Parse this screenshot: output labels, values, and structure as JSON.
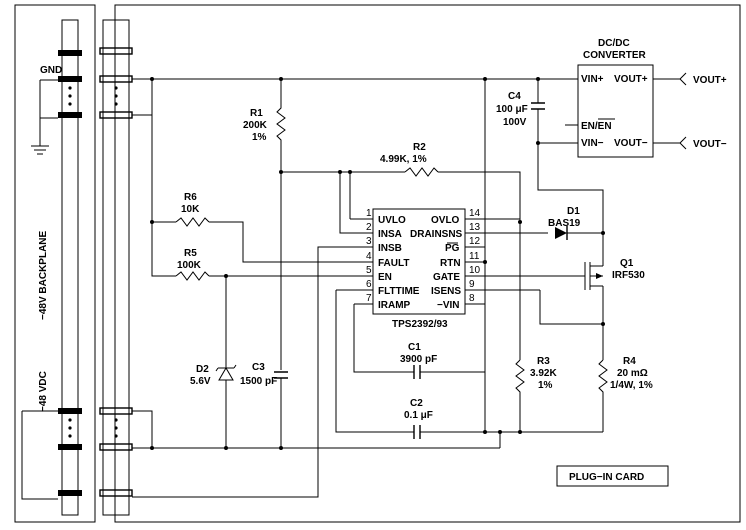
{
  "backplane": {
    "label": "−48V BACKPLANE",
    "gnd": "GND",
    "vdc": "−48 VDC"
  },
  "card": {
    "label": "PLUG−IN CARD"
  },
  "converter": {
    "title_line1": "DC/DC",
    "title_line2": "CONVERTER",
    "vin_plus": "VIN+",
    "vout_plus": "VOUT+",
    "en": "EN/EN",
    "vin_minus": "VIN−",
    "vout_minus": "VOUT−",
    "out_plus": "VOUT+",
    "out_minus": "VOUT−"
  },
  "ic": {
    "name": "TPS2392/93",
    "left_pins": [
      {
        "num": "1",
        "name": "UVLO"
      },
      {
        "num": "2",
        "name": "INSA"
      },
      {
        "num": "3",
        "name": "INSB"
      },
      {
        "num": "4",
        "name": "FAULT"
      },
      {
        "num": "5",
        "name": "EN"
      },
      {
        "num": "6",
        "name": "FLTTIME"
      },
      {
        "num": "7",
        "name": "IRAMP"
      }
    ],
    "right_pins": [
      {
        "num": "14",
        "name": "OVLO"
      },
      {
        "num": "13",
        "name": "DRAINSNS"
      },
      {
        "num": "12",
        "name": "PG"
      },
      {
        "num": "11",
        "name": "RTN"
      },
      {
        "num": "10",
        "name": "GATE"
      },
      {
        "num": "9",
        "name": "ISENS"
      },
      {
        "num": "8",
        "name": "−VIN"
      }
    ]
  },
  "components": {
    "r1": {
      "ref": "R1",
      "value": "200K",
      "tol": "1%"
    },
    "r2": {
      "ref": "R2",
      "value": "4.99K, 1%"
    },
    "r3": {
      "ref": "R3",
      "value": "3.92K",
      "tol": "1%"
    },
    "r4": {
      "ref": "R4",
      "value": "20 mΩ",
      "tol": "1/4W, 1%"
    },
    "r5": {
      "ref": "R5",
      "value": "100K"
    },
    "r6": {
      "ref": "R6",
      "value": "10K"
    },
    "c1": {
      "ref": "C1",
      "value": "3900 pF"
    },
    "c2": {
      "ref": "C2",
      "value": "0.1 μF"
    },
    "c3": {
      "ref": "C3",
      "value": "1500 pF"
    },
    "c4": {
      "ref": "C4",
      "value": "100 μF",
      "volt": "100V"
    },
    "d1": {
      "ref": "D1",
      "value": "BAS19"
    },
    "d2": {
      "ref": "D2",
      "value": "5.6V"
    },
    "q1": {
      "ref": "Q1",
      "value": "IRF530"
    }
  }
}
